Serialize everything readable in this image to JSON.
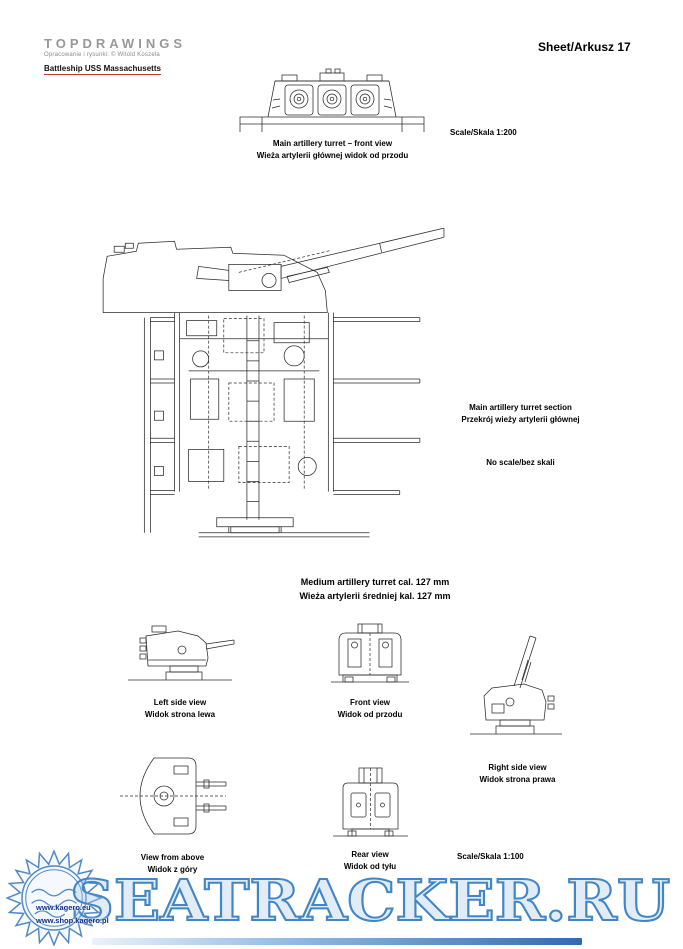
{
  "header": {
    "logo_text": "TOPDRAWINGS",
    "credit": "Opracowanie i rysunki: © Witold Koszela",
    "ship_name": "Battleship USS Massachusetts",
    "sheet_label": "Sheet/Arkusz 17"
  },
  "main_front_view": {
    "caption_en": "Main artillery turret – front view",
    "caption_pl": "Wieża artylerii głównej widok od przodu",
    "scale_label": "Scale/Skala 1:200"
  },
  "main_section_view": {
    "caption_en": "Main artillery turret section",
    "caption_pl": "Przekrój wieży artylerii głównej",
    "scale_label": "No scale/bez skali"
  },
  "medium_turret": {
    "title_en": "Medium artillery turret cal. 127 mm",
    "title_pl": "Wieża artylerii średniej kal. 127 mm",
    "scale_label": "Scale/Skala 1:100",
    "views": [
      {
        "caption_en": "Left side view",
        "caption_pl": "Widok strona lewa"
      },
      {
        "caption_en": "Front view",
        "caption_pl": "Widok od przodu"
      },
      {
        "caption_en": "Right side view",
        "caption_pl": "Widok strona prawa"
      },
      {
        "caption_en": "View from above",
        "caption_pl": "Widok z góry"
      },
      {
        "caption_en": "Rear view",
        "caption_pl": "Widok od tyłu"
      }
    ]
  },
  "watermark": {
    "site": "SEATRACKER.RU",
    "url_main": "www.kagero.eu",
    "url_shop": "www.shop.kagero.pl",
    "accent_color": "#4186c6",
    "underline_color": "#c03a2b"
  }
}
